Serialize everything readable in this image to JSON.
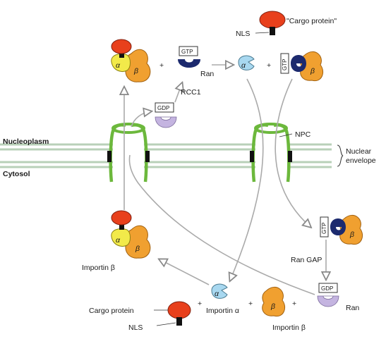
{
  "labels": {
    "cargo_protein_top": "\"Cargo protein\"",
    "nls_top": "NLS",
    "ran_top": "Ran",
    "rcc1": "RCC1",
    "gtp": "GTP",
    "gdp": "GDP",
    "nucleoplasm": "Nucleoplasm",
    "cytosol": "Cytosol",
    "npc": "NPC",
    "nuclear": "Nuclear",
    "envelope": "envelope",
    "importin_beta_mid": "Importin β",
    "ran_gap": "Ran GAP",
    "cargo_protein_bottom": "Cargo protein",
    "nls_bottom": "NLS",
    "importin_alpha": "Importin α",
    "importin_beta_bottom": "Importin β",
    "ran_bottom": "Ran",
    "plus": "+",
    "alpha": "α",
    "beta": "β"
  },
  "colors": {
    "cargo": "#e8401c",
    "importin_alpha_yellow": "#f2ea4a",
    "importin_alpha_blue": "#a8d8f0",
    "importin_beta": "#f0a030",
    "ran_gtp": "#1c2a6e",
    "ran_gdp": "#c4b4e0",
    "pore": "#6cb83c",
    "membrane": "#b8d0b8"
  }
}
